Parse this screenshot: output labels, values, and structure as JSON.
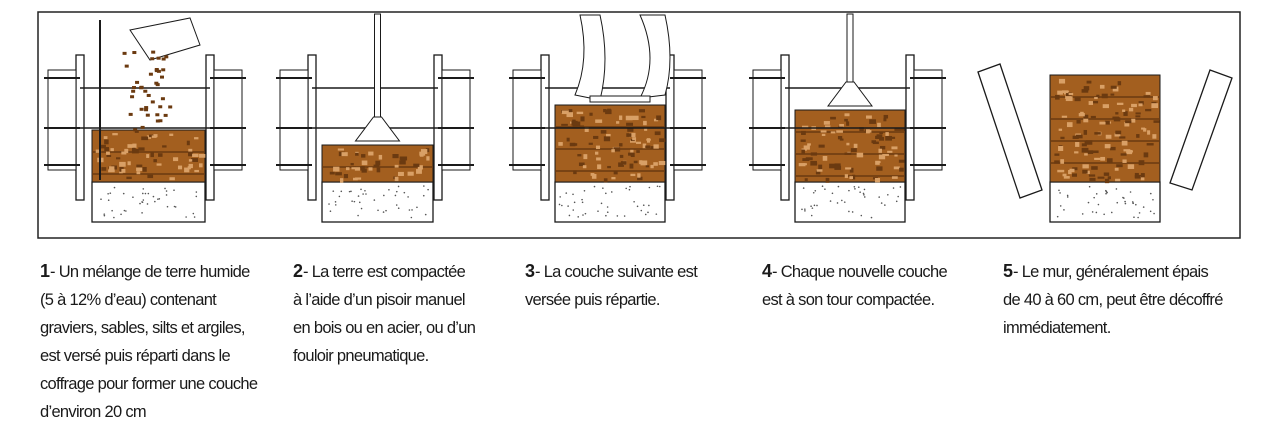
{
  "colors": {
    "earth": "#a35f1f",
    "earth_dark": "#6b3a10",
    "wood": "#ffffff",
    "ink": "#1a1a1a"
  },
  "steps": [
    {
      "number": "1",
      "lines": [
        "- Un mélange de terre humide",
        "(5 à 12% d’eau) contenant",
        "graviers, sables, silts et argiles,",
        "est versé puis réparti dans le",
        "coffrage pour former une couche",
        "d’environ 20 cm"
      ]
    },
    {
      "number": "2",
      "lines": [
        "- La terre est compactée",
        "à l’aide d’un pisoir manuel",
        "en bois ou en acier, ou d’un",
        "fouloir pneumatique."
      ]
    },
    {
      "number": "3",
      "lines": [
        "- La couche suivante est",
        "versée puis répartie."
      ]
    },
    {
      "number": "4",
      "lines": [
        "- Chaque nouvelle couche",
        "est à son tour compactée."
      ]
    },
    {
      "number": "5",
      "lines": [
        "- Le mur, généralement épais",
        "de 40 à 60 cm, peut être décoffré",
        "immédiatement."
      ]
    }
  ]
}
